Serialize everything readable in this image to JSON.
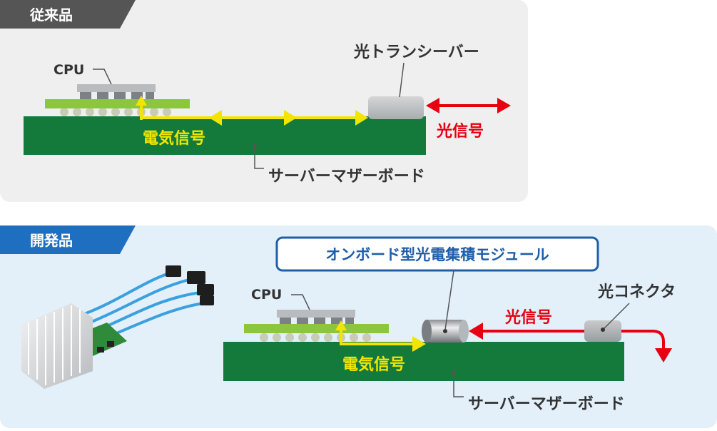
{
  "conventional": {
    "tag": "従来品",
    "cpu_label": "CPU",
    "transceiver_label": "光トランシーバー",
    "electric_signal_label": "電気信号",
    "optical_signal_label": "光信号",
    "motherboard_label": "サーバーマザーボード"
  },
  "developed": {
    "tag": "開発品",
    "module_callout": "オンボード型光電集積モジュール",
    "cpu_label": "CPU",
    "connector_label": "光コネクタ",
    "optical_signal_label": "光信号",
    "electric_signal_label": "電気信号",
    "motherboard_label": "サーバーマザーボード"
  },
  "colors": {
    "panel_conventional": "#efefef",
    "panel_developed": "#e3eff9",
    "tag_conventional": "#555555",
    "tag_developed": "#1f6fc0",
    "board_green": "#147a3c",
    "substrate_green": "#8cc63f",
    "electric_yellow": "#f2e600",
    "optical_red": "#e60012",
    "callout_blue": "#1f5fa8"
  }
}
